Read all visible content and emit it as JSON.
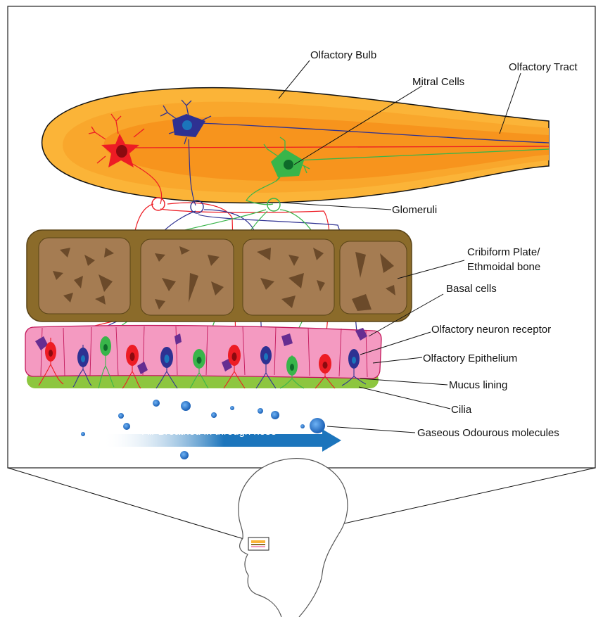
{
  "labels": {
    "olfactory_bulb": "Olfactory Bulb",
    "mitral_cells": "Mitral Cells",
    "olfactory_tract": "Olfactory Tract",
    "glomeruli": "Glomeruli",
    "cribiform_line1": "Cribiform Plate/",
    "cribiform_line2": "Ethmoidal bone",
    "basal_cells": "Basal cells",
    "neuron_receptor": "Olfactory neuron receptor",
    "epithelium": "Olfactory Epithelium",
    "mucus": "Mucus lining",
    "cilia": "Cilia",
    "gaseous": "Gaseous Odourous molecules",
    "air": "Air Breathed in through nose"
  },
  "colors": {
    "bulb_outer": "#fbb438",
    "bulb_inner": "#f7941d",
    "bone_frame": "#8b6b2a",
    "bone_block": "#a57c52",
    "bone_spot": "#6b4a2a",
    "epithelium": "#f49ac1",
    "epithelium_edge": "#c2185b",
    "mucus": "#8dc63f",
    "neuron_red": "#ed1c24",
    "neuron_blue": "#2e3192",
    "neuron_green": "#39b54a",
    "basal": "#662d91",
    "air_arrow": "#1c75bc",
    "molecule": "#2b7bd6"
  }
}
